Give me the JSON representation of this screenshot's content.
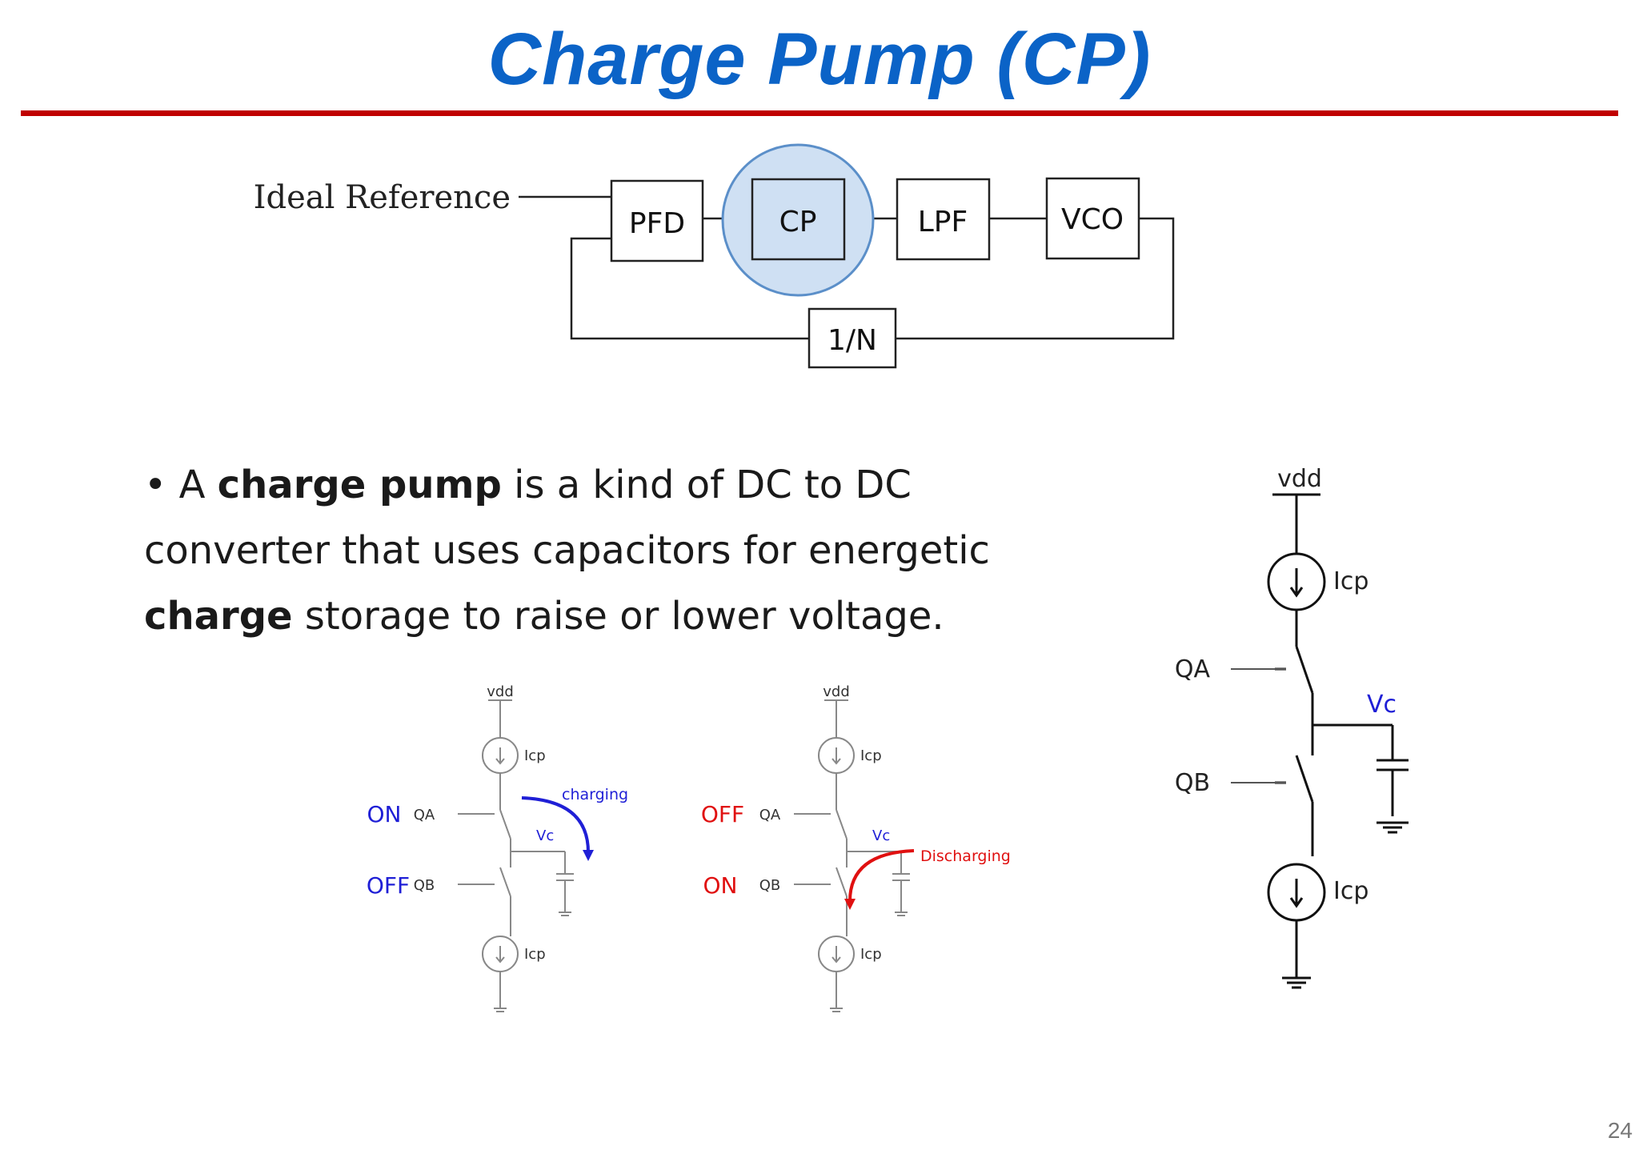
{
  "slide": {
    "title": "Charge Pump (CP)",
    "page_number": "24",
    "bullet": {
      "marker": "•",
      "p1": "A ",
      "b1": "charge pump",
      "p2": " is a kind of DC to DC converter that uses capacitors for energetic ",
      "b2": "charge",
      "p3": " storage to raise or lower voltage."
    }
  },
  "block_diagram": {
    "input_label": "Ideal Reference",
    "blocks": [
      "PFD",
      "CP",
      "LPF",
      "VCO"
    ],
    "feedback_block": "1/N",
    "highlighted_block": "CP",
    "highlight_color": "#cfe0f3"
  },
  "circuits": {
    "charging": {
      "vdd": "vdd",
      "icp_top": "Icp",
      "icp_bottom": "Icp",
      "qa": "QA",
      "qb": "QB",
      "qa_state": "ON",
      "qb_state": "OFF",
      "vc": "Vc",
      "flow_label": "charging",
      "flow_color": "#1f1fd6"
    },
    "discharging": {
      "vdd": "vdd",
      "icp_top": "Icp",
      "icp_bottom": "Icp",
      "qa": "QA",
      "qb": "QB",
      "qa_state": "OFF",
      "qb_state": "ON",
      "vc": "Vc",
      "flow_label": "Discharging",
      "flow_color": "#e01010"
    },
    "large": {
      "vdd": "vdd",
      "icp_top": "Icp",
      "icp_bottom": "Icp",
      "qa": "QA",
      "qb": "QB",
      "vc": "Vc"
    }
  }
}
